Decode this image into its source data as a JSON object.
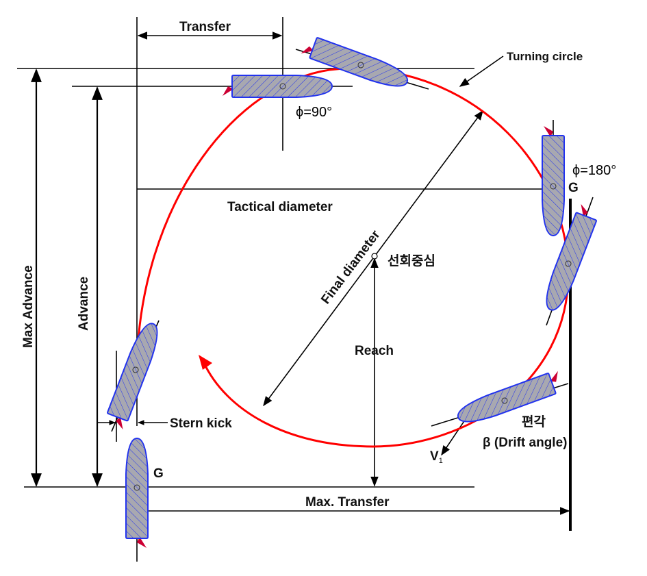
{
  "labels": {
    "transfer": "Transfer",
    "turning_circle": "Turning circle",
    "phi90": "ϕ=90°",
    "phi180": "ϕ=180°",
    "g_top": "G",
    "g_bottom": "G",
    "tactical_diameter": "Tactical diameter",
    "final_diameter": "Final diameter",
    "center": "선회중심",
    "max_advance": "Max Advance",
    "advance": "Advance",
    "reach": "Reach",
    "stern_kick": "Stern kick",
    "drift_kr": "편각",
    "drift_angle": "β (Drift angle)",
    "v1": "V",
    "v1_sub": "1",
    "max_transfer": "Max. Transfer"
  },
  "colors": {
    "path": "#ff0000",
    "ship_fill": "#a8a8b0",
    "ship_outline": "#2233ee",
    "rudder": "#cc0033"
  }
}
